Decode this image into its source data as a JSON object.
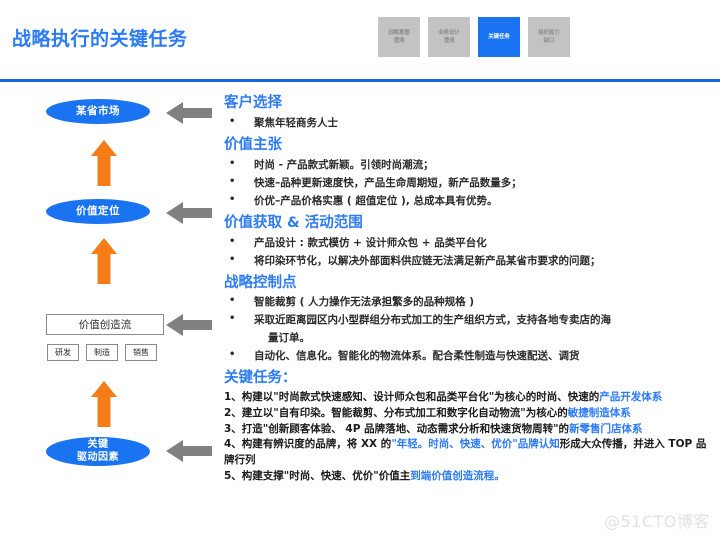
{
  "header": {
    "title": "战略执行的关键任务",
    "divider_color": "#1266dd",
    "title_color": "#2d7bf4",
    "nav_chips": [
      {
        "line1": "战略意图",
        "line2": "澄清",
        "active": false
      },
      {
        "line1": "业务设计",
        "line2": "澄清",
        "active": false
      },
      {
        "line1": "关键任务",
        "line2": "",
        "active": true
      },
      {
        "line1": "组织能力",
        "line2": "缺口",
        "active": false
      }
    ]
  },
  "left_column": {
    "ellipse_market": {
      "line1": "某省市场",
      "line2": ""
    },
    "ellipse_value_position": {
      "line1": "价值定位",
      "line2": ""
    },
    "value_stream_box": "价值创造流",
    "value_stream_steps": [
      "研发",
      "制造",
      "销售"
    ],
    "ellipse_key_drivers": {
      "line1": "关键",
      "line2": "驱动因素"
    },
    "ellipse_color": "#1a73f0",
    "arrow_up_color": "#f57c16",
    "arrow_left_color": "#808080"
  },
  "content": {
    "sections": [
      {
        "title": "客户选择",
        "bullets": [
          {
            "text": "聚焦年轻商务人士",
            "cont": false
          }
        ]
      },
      {
        "title": "价值主张",
        "bullets": [
          {
            "text": "时尚 - 产品款式新颖。引领时尚潮流；",
            "cont": false
          },
          {
            "text": "快速–品种更新速度快，产品生命周期短，新产品数量多；",
            "cont": false
          },
          {
            "text": "价优–产品价格实惠 ( 超值定位 ), 总成本具有优势。",
            "cont": false
          }
        ]
      },
      {
        "title": "价值获取 & 活动范围",
        "bullets": [
          {
            "text": "产品设计 : 款式模仿 + 设计师众包 + 品类平台化",
            "cont": false
          },
          {
            "text": "将印染环节化，以解决外部面料供应链无法满足新产品某省市要求的问题；",
            "cont": false
          }
        ]
      },
      {
        "title": "战略控制点",
        "bullets": [
          {
            "text": "智能裁剪 ( 人力操作无法承担繁多的品种规格 )",
            "cont": false
          },
          {
            "text": "采取近距离园区内小型群组分布式加工的生产组织方式，支持各地专卖店的海",
            "cont": false
          },
          {
            "text": "量订单。",
            "cont": true
          },
          {
            "text": "自动化、信息化。智能化的物流体系。配合柔性制造与快速配送、调货",
            "cont": false
          }
        ]
      }
    ],
    "key_tasks": {
      "title": "关键任务：",
      "lines": [
        {
          "segments": [
            {
              "t": "1、构建以\"时尚款式快速感知、设计师众包和品类平台化\"为核心的时尚、快速的",
              "hl": false
            },
            {
              "t": "产品开发体系",
              "hl": true
            }
          ]
        },
        {
          "segments": [
            {
              "t": "2、建立以\"自有印染。智能裁剪、分布式加工和数字化自动物流\"为核心的",
              "hl": false
            },
            {
              "t": "敏捷制造体系",
              "hl": true
            }
          ]
        },
        {
          "segments": [
            {
              "t": "3、打造\"创新顾客体验、 4P 品牌落地、动态需求分析和快速货物周转\"的",
              "hl": false
            },
            {
              "t": "新零售门店体系",
              "hl": true
            }
          ]
        },
        {
          "segments": [
            {
              "t": "4、构建有辨识度的品牌，将 XX 的",
              "hl": false
            },
            {
              "t": "\"年轻。时尚、快速、优价\"品牌认知",
              "hl": true
            },
            {
              "t": "形成大众传播，并进入 TOP 品牌行列",
              "hl": false
            }
          ],
          "wrap": true
        },
        {
          "segments": [
            {
              "t": "5、构建支撑\"时尚、快速、优价\"价值主",
              "hl": false
            },
            {
              "t": "到端价值创造流程。",
              "hl": true
            }
          ]
        }
      ],
      "highlight_color": "#2d7bf4"
    }
  },
  "watermark": "@51CTO博客"
}
